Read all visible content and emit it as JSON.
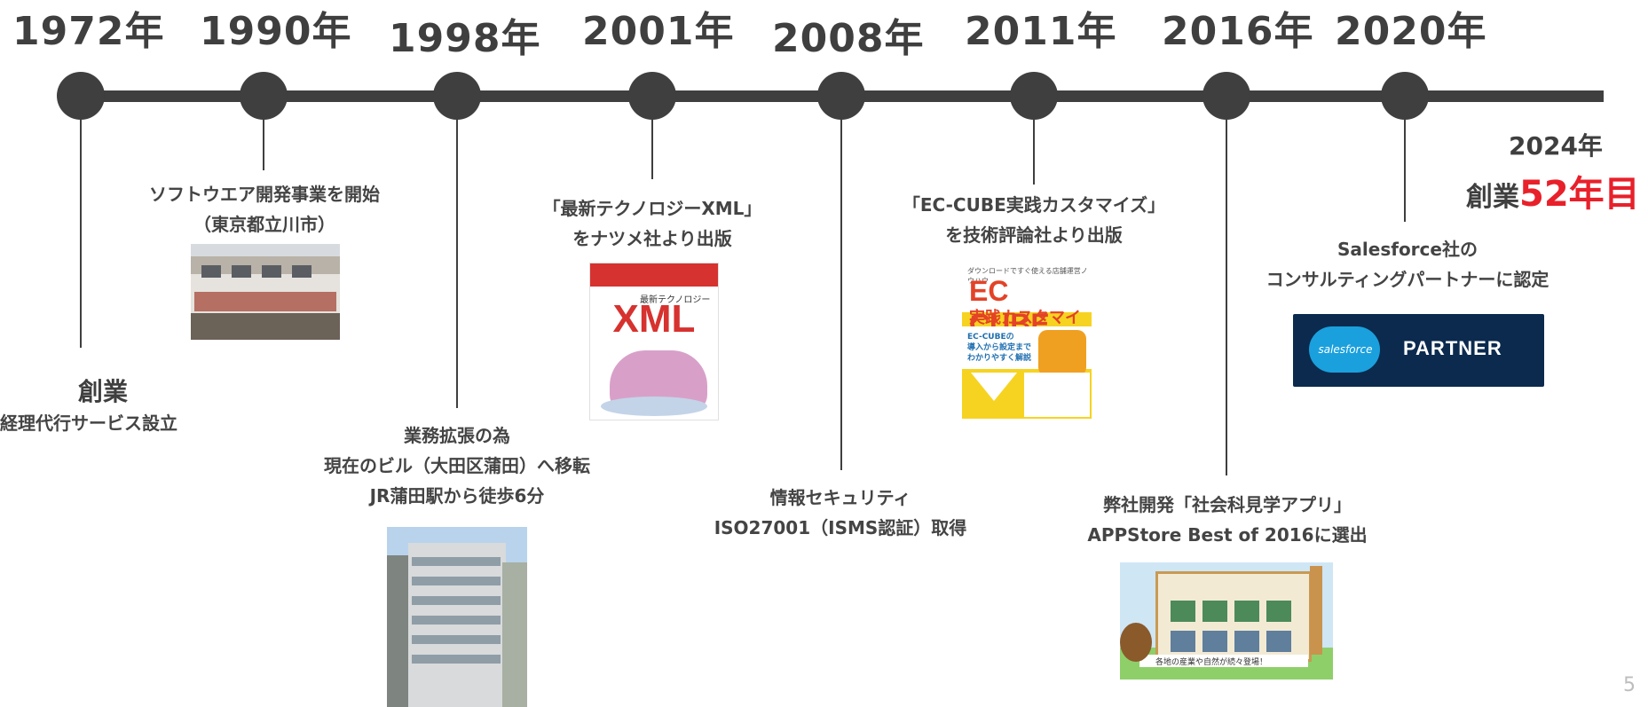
{
  "timeline": {
    "years": [
      "1972年",
      "1990年",
      "1998年",
      "2001年",
      "2008年",
      "2011年",
      "2016年",
      "2020年"
    ]
  },
  "events": {
    "e1972": {
      "title": "創業",
      "line1": "経理代行サービス設立"
    },
    "e1990": {
      "line1": "ソフトウエア開発事業を開始",
      "line2": "（東京都立川市）"
    },
    "e1998": {
      "line1": "業務拡張の為",
      "line2": "現在のビル（大田区蒲田）へ移転",
      "line3": "JR蒲田駅から徒歩6分"
    },
    "e2001": {
      "line1": "「最新テクノロジーXML」",
      "line2": "をナツメ社より出版"
    },
    "e2008": {
      "line1": "情報セキュリティ",
      "line2": "ISO27001（ISMS認証）取得"
    },
    "e2011": {
      "line1": "「EC-CUBE実践カスタマイズ」",
      "line2": "を技術評論社より出版"
    },
    "e2016": {
      "line1": "弊社開発「社会科見学アプリ」",
      "line2": "APPStore Best of 2016に選出"
    },
    "e2020": {
      "line1": "Salesforce社の",
      "line2": "コンサルティングパートナーに認定"
    }
  },
  "current": {
    "year": "2024年",
    "prefix": "創業",
    "highlight": "52年目",
    "highlight_color": "#e8202a"
  },
  "images": {
    "xml_book": {
      "tag": "最新テクノロジー",
      "title": "XML"
    },
    "ec_book": {
      "sup": "ダウンロードですぐ使える店舗運営ノウハウ",
      "title": "EC CUBE",
      "subtitle": "実践カスタマイズ",
      "body": "EC-CUBEの\n導入から設定まで\nわかりやすく解説"
    },
    "salesforce": {
      "logo": "salesforce",
      "badge": "PARTNER"
    },
    "app": {
      "caption": "各地の産業や自然が続々登場！"
    }
  },
  "page": {
    "number": "5"
  }
}
